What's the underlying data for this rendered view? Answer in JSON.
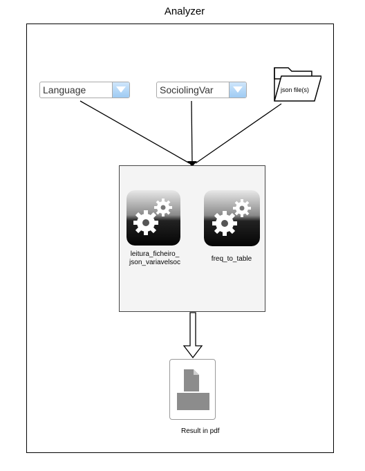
{
  "title": "Analyzer",
  "inputs": {
    "language": {
      "label": "Language"
    },
    "sociolingvar": {
      "label": "SociolingVar"
    },
    "json_file": {
      "label": "json file(s)"
    }
  },
  "process": {
    "tiles": [
      {
        "label_line1": "leitura_ficheiro_",
        "label_line2": "json_variavelsoc"
      },
      {
        "label_line1": "freq_to_table"
      }
    ]
  },
  "output": {
    "label": "Result in pdf"
  },
  "colors": {
    "combo_button": "#9ecbf3",
    "box_fill": "#f4f4f4",
    "tile_dark": "#111111"
  }
}
